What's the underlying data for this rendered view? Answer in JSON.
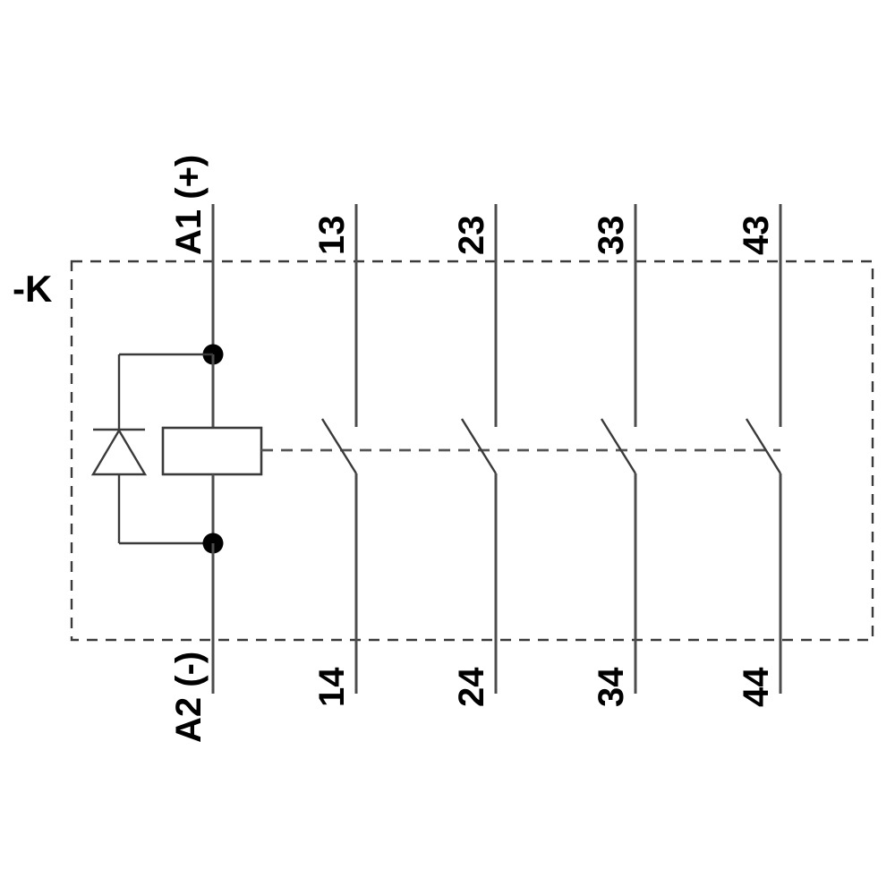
{
  "diagram": {
    "kind": "relay-contactor-schematic",
    "device_designation": "-K",
    "colors": {
      "background": "#ffffff",
      "wire": "#4d4d4d",
      "outline": "#3a3a3a",
      "dashed": "#555555",
      "text": "#000000",
      "node": "#000000"
    },
    "coil": {
      "terminal_top_label": "A1 (+)",
      "terminal_bottom_label": "A2 (-)",
      "suppressor": "freewheeling-diode"
    },
    "contacts": [
      {
        "top_label": "13",
        "bottom_label": "14",
        "type": "NO"
      },
      {
        "top_label": "23",
        "bottom_label": "24",
        "type": "NO"
      },
      {
        "top_label": "33",
        "bottom_label": "34",
        "type": "NO"
      },
      {
        "top_label": "43",
        "bottom_label": "44",
        "type": "NO"
      }
    ]
  }
}
